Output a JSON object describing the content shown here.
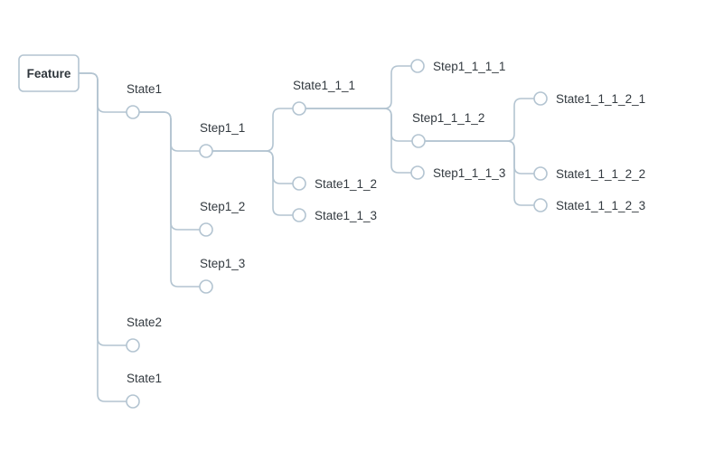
{
  "root": {
    "label": "Feature"
  },
  "nodes": [
    {
      "id": "n-state1",
      "label": "State1",
      "parent": "root",
      "pos": "above"
    },
    {
      "id": "n-step1-1",
      "label": "Step1_1",
      "parent": "n-state1",
      "pos": "above"
    },
    {
      "id": "n-state1-1-1",
      "label": "State1_1_1",
      "parent": "n-step1-1",
      "pos": "above"
    },
    {
      "id": "n-step1-1-1-1",
      "label": "Step1_1_1_1",
      "parent": "n-state1-1-1",
      "pos": "right"
    },
    {
      "id": "n-step1-1-1-2",
      "label": "Step1_1_1_2",
      "parent": "n-state1-1-1",
      "pos": "above"
    },
    {
      "id": "n-state1-1-1-2-1",
      "label": "State1_1_1_2_1",
      "parent": "n-step1-1-1-2",
      "pos": "right"
    },
    {
      "id": "n-state1-1-1-2-2",
      "label": "State1_1_1_2_2",
      "parent": "n-step1-1-1-2",
      "pos": "right"
    },
    {
      "id": "n-state1-1-1-2-3",
      "label": "State1_1_1_2_3",
      "parent": "n-step1-1-1-2",
      "pos": "right"
    },
    {
      "id": "n-step1-1-1-3",
      "label": "Step1_1_1_3",
      "parent": "n-state1-1-1",
      "pos": "right"
    },
    {
      "id": "n-state1-1-2",
      "label": "State1_1_2",
      "parent": "n-step1-1",
      "pos": "right"
    },
    {
      "id": "n-state1-1-3",
      "label": "State1_1_3",
      "parent": "n-step1-1",
      "pos": "right"
    },
    {
      "id": "n-step1-2",
      "label": "Step1_2",
      "parent": "n-state1",
      "pos": "above"
    },
    {
      "id": "n-step1-3",
      "label": "Step1_3",
      "parent": "n-state1",
      "pos": "above"
    },
    {
      "id": "n-state2",
      "label": "State2",
      "parent": "root",
      "pos": "above"
    },
    {
      "id": "n-state1-b",
      "label": "State1",
      "parent": "root",
      "pos": "above"
    }
  ],
  "colors": {
    "edge": "#b3c4d1",
    "text": "#333a40"
  }
}
